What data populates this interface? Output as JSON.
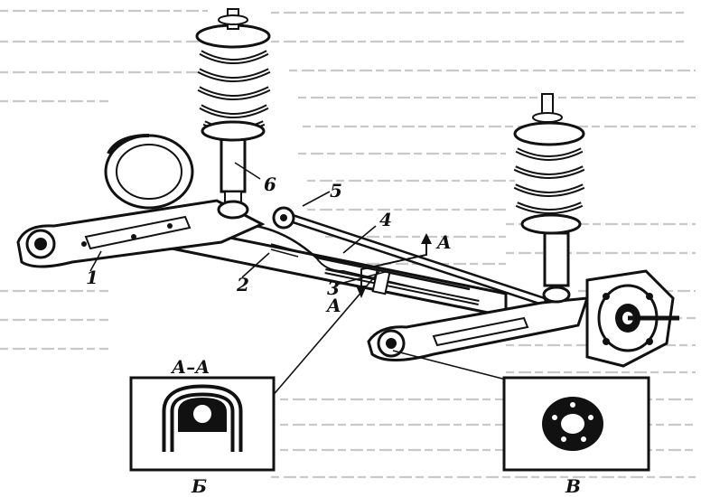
{
  "callouts": {
    "c1": "1",
    "c2": "2",
    "c3": "3",
    "c4": "4",
    "c5": "5",
    "c6": "6",
    "section_upper": "A",
    "section_lower": "A"
  },
  "insets": {
    "section_title": "А–А",
    "section_caption": "Б",
    "bushing_caption": "В"
  }
}
